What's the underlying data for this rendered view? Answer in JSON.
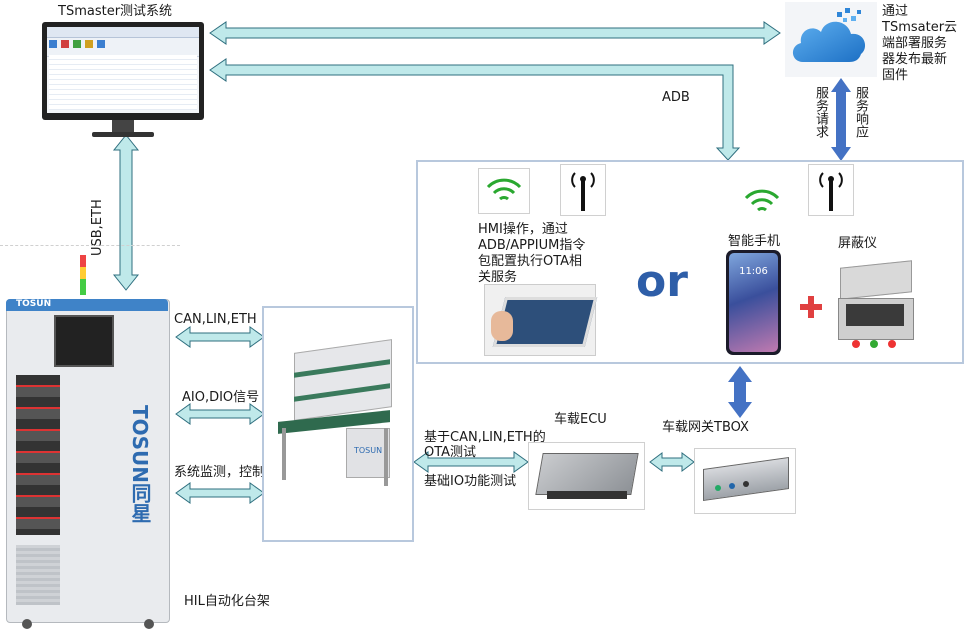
{
  "labels": {
    "tsmaster_title": "TSmaster测试系统",
    "cloud_note": [
      "通过",
      "TSmsater云",
      "端部署服务",
      "器发布最新",
      "固件"
    ],
    "adb": "ADB",
    "service_request": "服务请求",
    "service_response": "服务响应",
    "usb_eth": "USB,ETH",
    "hmi_text": [
      "HMI操作，通过",
      "ADB/APPIUM指令",
      "包配置执行OTA相",
      "关服务"
    ],
    "or": "or",
    "smartphone": "智能手机",
    "shield_box": "屏蔽仪",
    "can_lin_eth": "CAN,LIN,ETH",
    "aio_dio": "AIO,DIO信号",
    "sys_monitor": "系统监测，控制",
    "ecu": "车载ECU",
    "tbox": "车载网关TBOX",
    "ota_test": [
      "基于CAN,LIN,ETH的",
      "OTA测试"
    ],
    "io_test": "基础IO功能测试",
    "hil": "HIL自动化台架",
    "rack_brand": "TOSUN",
    "rack_side": "TOSUN同星",
    "bench_brand": "TOSUN",
    "phone_time": "11:06"
  },
  "colors": {
    "arrow_fill": "#bfe9ea",
    "arrow_stroke": "#2f6f7f",
    "blue_arrow": "#4472c4",
    "or_text": "#2e5ea8",
    "plus": "#e04040",
    "frame": "#b8c8dd",
    "cloud": "#2f86d8"
  },
  "icons": [
    "monitor-icon",
    "cloud-icon",
    "wifi-icon",
    "antenna-icon",
    "phone-icon",
    "shield-box-icon",
    "rack-icon",
    "bench-icon",
    "ecu-icon",
    "tbox-icon",
    "tablet-hand-icon"
  ]
}
